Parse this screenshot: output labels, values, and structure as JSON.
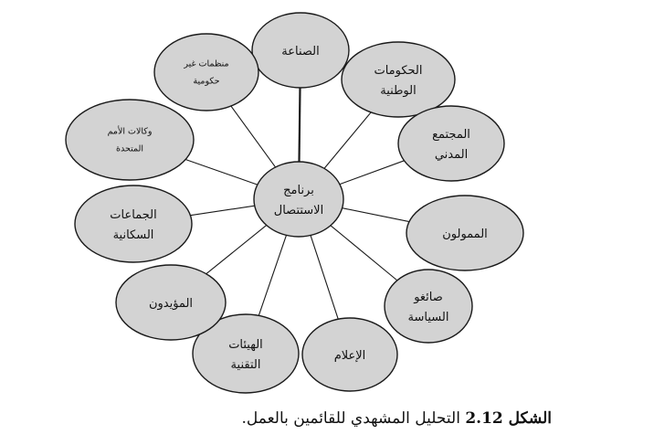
{
  "diagram": {
    "center": {
      "lines": [
        "برنامج",
        "الاستتصال"
      ]
    },
    "nodes": [
      {
        "id": "industry",
        "lines": [
          "الصناعة"
        ]
      },
      {
        "id": "national-governments",
        "lines": [
          "الحكومات",
          "الوطنية"
        ]
      },
      {
        "id": "civil-society",
        "lines": [
          "المجتمع",
          "المدني"
        ]
      },
      {
        "id": "funders",
        "lines": [
          "الممولون"
        ]
      },
      {
        "id": "policy-makers",
        "lines": [
          "صائغو",
          "السياسة"
        ]
      },
      {
        "id": "media",
        "lines": [
          "الإعلام"
        ]
      },
      {
        "id": "technical-bodies",
        "lines": [
          "الهيئات",
          "التقنية"
        ]
      },
      {
        "id": "supporters",
        "lines": [
          "المؤيدون"
        ]
      },
      {
        "id": "population-groups",
        "lines": [
          "الجماعات",
          "السكانية"
        ]
      },
      {
        "id": "un-agencies",
        "lines": [
          "وكالات الأمم",
          "المتحدة"
        ]
      },
      {
        "id": "ngos",
        "lines": [
          "منظمات غير",
          "حكومية"
        ]
      }
    ]
  },
  "caption": {
    "label": "الشكل 2.12",
    "text": "التحليل المشهدي للقائمين بالعمل."
  }
}
